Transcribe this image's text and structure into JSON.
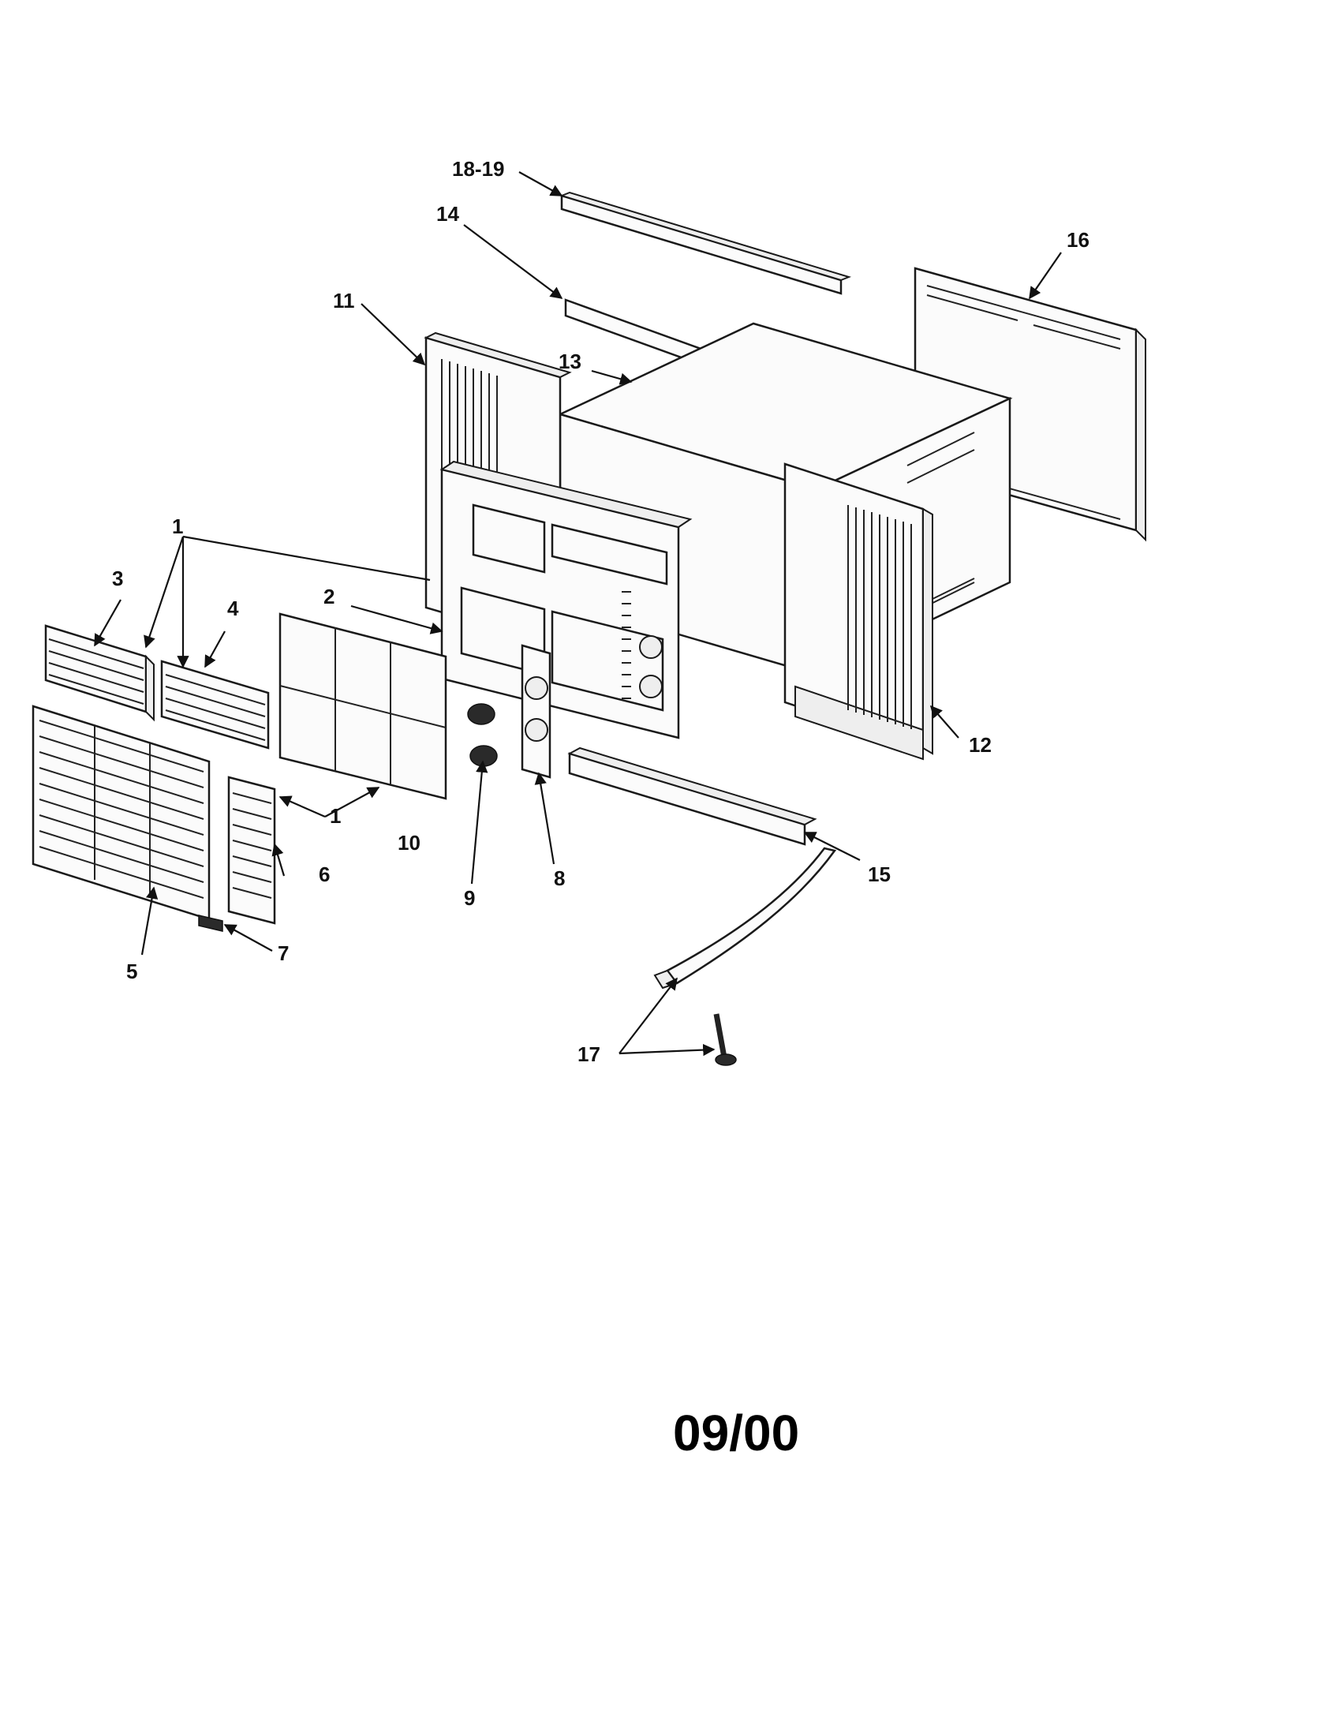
{
  "diagram": {
    "labels": {
      "l1a": "1",
      "l1b": "1",
      "l2": "2",
      "l3": "3",
      "l4": "4",
      "l5": "5",
      "l6": "6",
      "l7": "7",
      "l8": "8",
      "l9": "9",
      "l10": "10",
      "l11": "11",
      "l12": "12",
      "l13": "13",
      "l14": "14",
      "l15": "15",
      "l16": "16",
      "l17": "17",
      "l1819": "18-19"
    },
    "date_code": "09/00"
  }
}
